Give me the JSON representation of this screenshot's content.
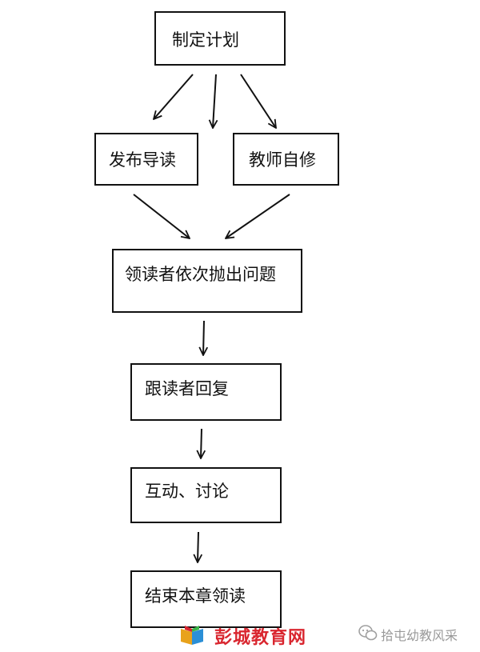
{
  "diagram": {
    "nodes": [
      {
        "id": "plan",
        "label": "制定计划"
      },
      {
        "id": "guide",
        "label": "发布导读"
      },
      {
        "id": "selfstudy",
        "label": "教师自修"
      },
      {
        "id": "lead",
        "label": "领读者依次抛出问题"
      },
      {
        "id": "follow",
        "label": "跟读者回复"
      },
      {
        "id": "interact",
        "label": "互动、讨论"
      },
      {
        "id": "end",
        "label": "结束本章领读"
      }
    ],
    "edges": [
      {
        "from": "plan",
        "to": "guide"
      },
      {
        "from": "plan",
        "to": "center"
      },
      {
        "from": "plan",
        "to": "selfstudy"
      },
      {
        "from": "guide",
        "to": "lead"
      },
      {
        "from": "selfstudy",
        "to": "lead"
      },
      {
        "from": "lead",
        "to": "follow"
      },
      {
        "from": "follow",
        "to": "interact"
      },
      {
        "from": "interact",
        "to": "end"
      }
    ]
  },
  "watermark": {
    "site_name": "彭城教育网",
    "account_name": "拾屯幼教风采",
    "icons": [
      "books-logo-icon",
      "chat-bubble-icon"
    ]
  }
}
